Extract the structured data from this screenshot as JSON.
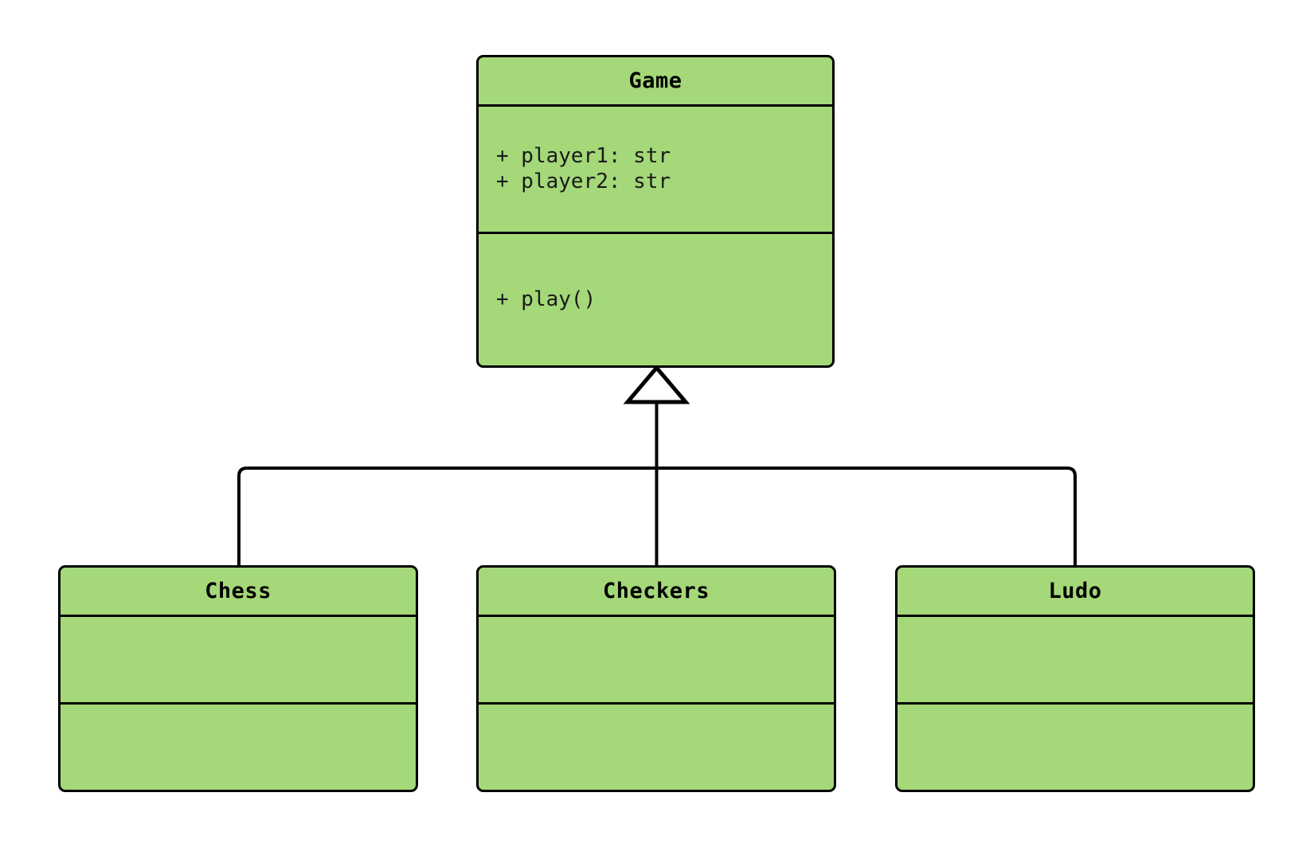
{
  "diagram": {
    "type": "uml-class-diagram",
    "relationship": "generalization",
    "colors": {
      "class_fill": "#a4d878",
      "border": "#000000",
      "text": "#000000",
      "background": "#ffffff"
    },
    "classes": [
      {
        "id": "game",
        "name": "Game",
        "role": "superclass",
        "attributes": [
          "+ player1: str",
          "+ player2: str"
        ],
        "methods": [
          "+ play()"
        ]
      },
      {
        "id": "chess",
        "name": "Chess",
        "role": "subclass",
        "attributes": [],
        "methods": []
      },
      {
        "id": "checkers",
        "name": "Checkers",
        "role": "subclass",
        "attributes": [],
        "methods": []
      },
      {
        "id": "ludo",
        "name": "Ludo",
        "role": "subclass",
        "attributes": [],
        "methods": []
      }
    ],
    "edges": [
      {
        "from": "chess",
        "to": "game",
        "kind": "inheritance"
      },
      {
        "from": "checkers",
        "to": "game",
        "kind": "inheritance"
      },
      {
        "from": "ludo",
        "to": "game",
        "kind": "inheritance"
      }
    ]
  }
}
